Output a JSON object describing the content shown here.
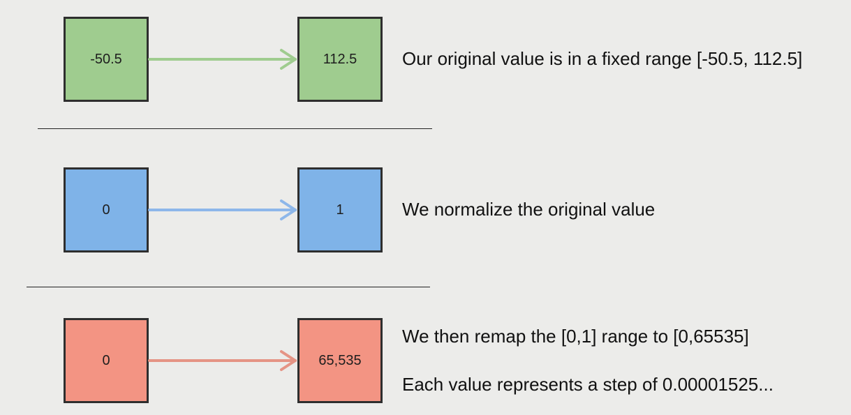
{
  "colors": {
    "background": "#ececea",
    "green_box": "#9fcc8f",
    "green_arrow": "#9fcc8f",
    "blue_box": "#7fb3e8",
    "blue_arrow": "#8db7ea",
    "red_box": "#f39483",
    "red_arrow": "#e59485",
    "border": "#2e2e2e"
  },
  "rows": [
    {
      "from_value": "-50.5",
      "to_value": "112.5",
      "captions": [
        "Our original value is in a fixed range [-50.5, 112.5]"
      ]
    },
    {
      "from_value": "0",
      "to_value": "1",
      "captions": [
        "We normalize the original value"
      ]
    },
    {
      "from_value": "0",
      "to_value": "65,535",
      "captions": [
        "We then remap the [0,1] range to [0,65535]",
        "Each value represents a step of 0.00001525..."
      ]
    }
  ]
}
